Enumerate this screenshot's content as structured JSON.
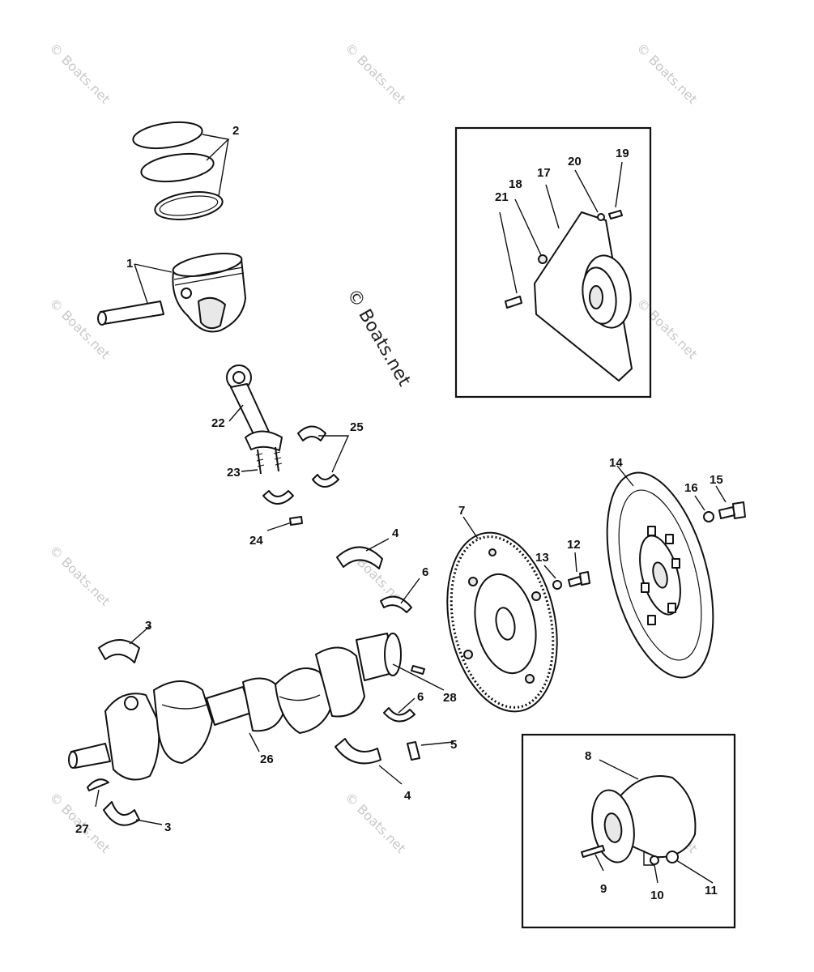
{
  "watermark": {
    "main": "© Boats.net",
    "repeat": "© Boats.net"
  },
  "callouts": {
    "c1": "1",
    "c2": "2",
    "c3a": "3",
    "c3b": "3",
    "c4a": "4",
    "c4b": "4",
    "c5": "5",
    "c6a": "6",
    "c6b": "6",
    "c7": "7",
    "c8": "8",
    "c9": "9",
    "c10": "10",
    "c11": "11",
    "c12": "12",
    "c13": "13",
    "c14": "14",
    "c15": "15",
    "c16": "16",
    "c17": "17",
    "c18": "18",
    "c19": "19",
    "c20": "20",
    "c21": "21",
    "c22": "22",
    "c23": "23",
    "c24": "24",
    "c25": "25",
    "c26": "26",
    "c27": "27",
    "c28": "28"
  }
}
